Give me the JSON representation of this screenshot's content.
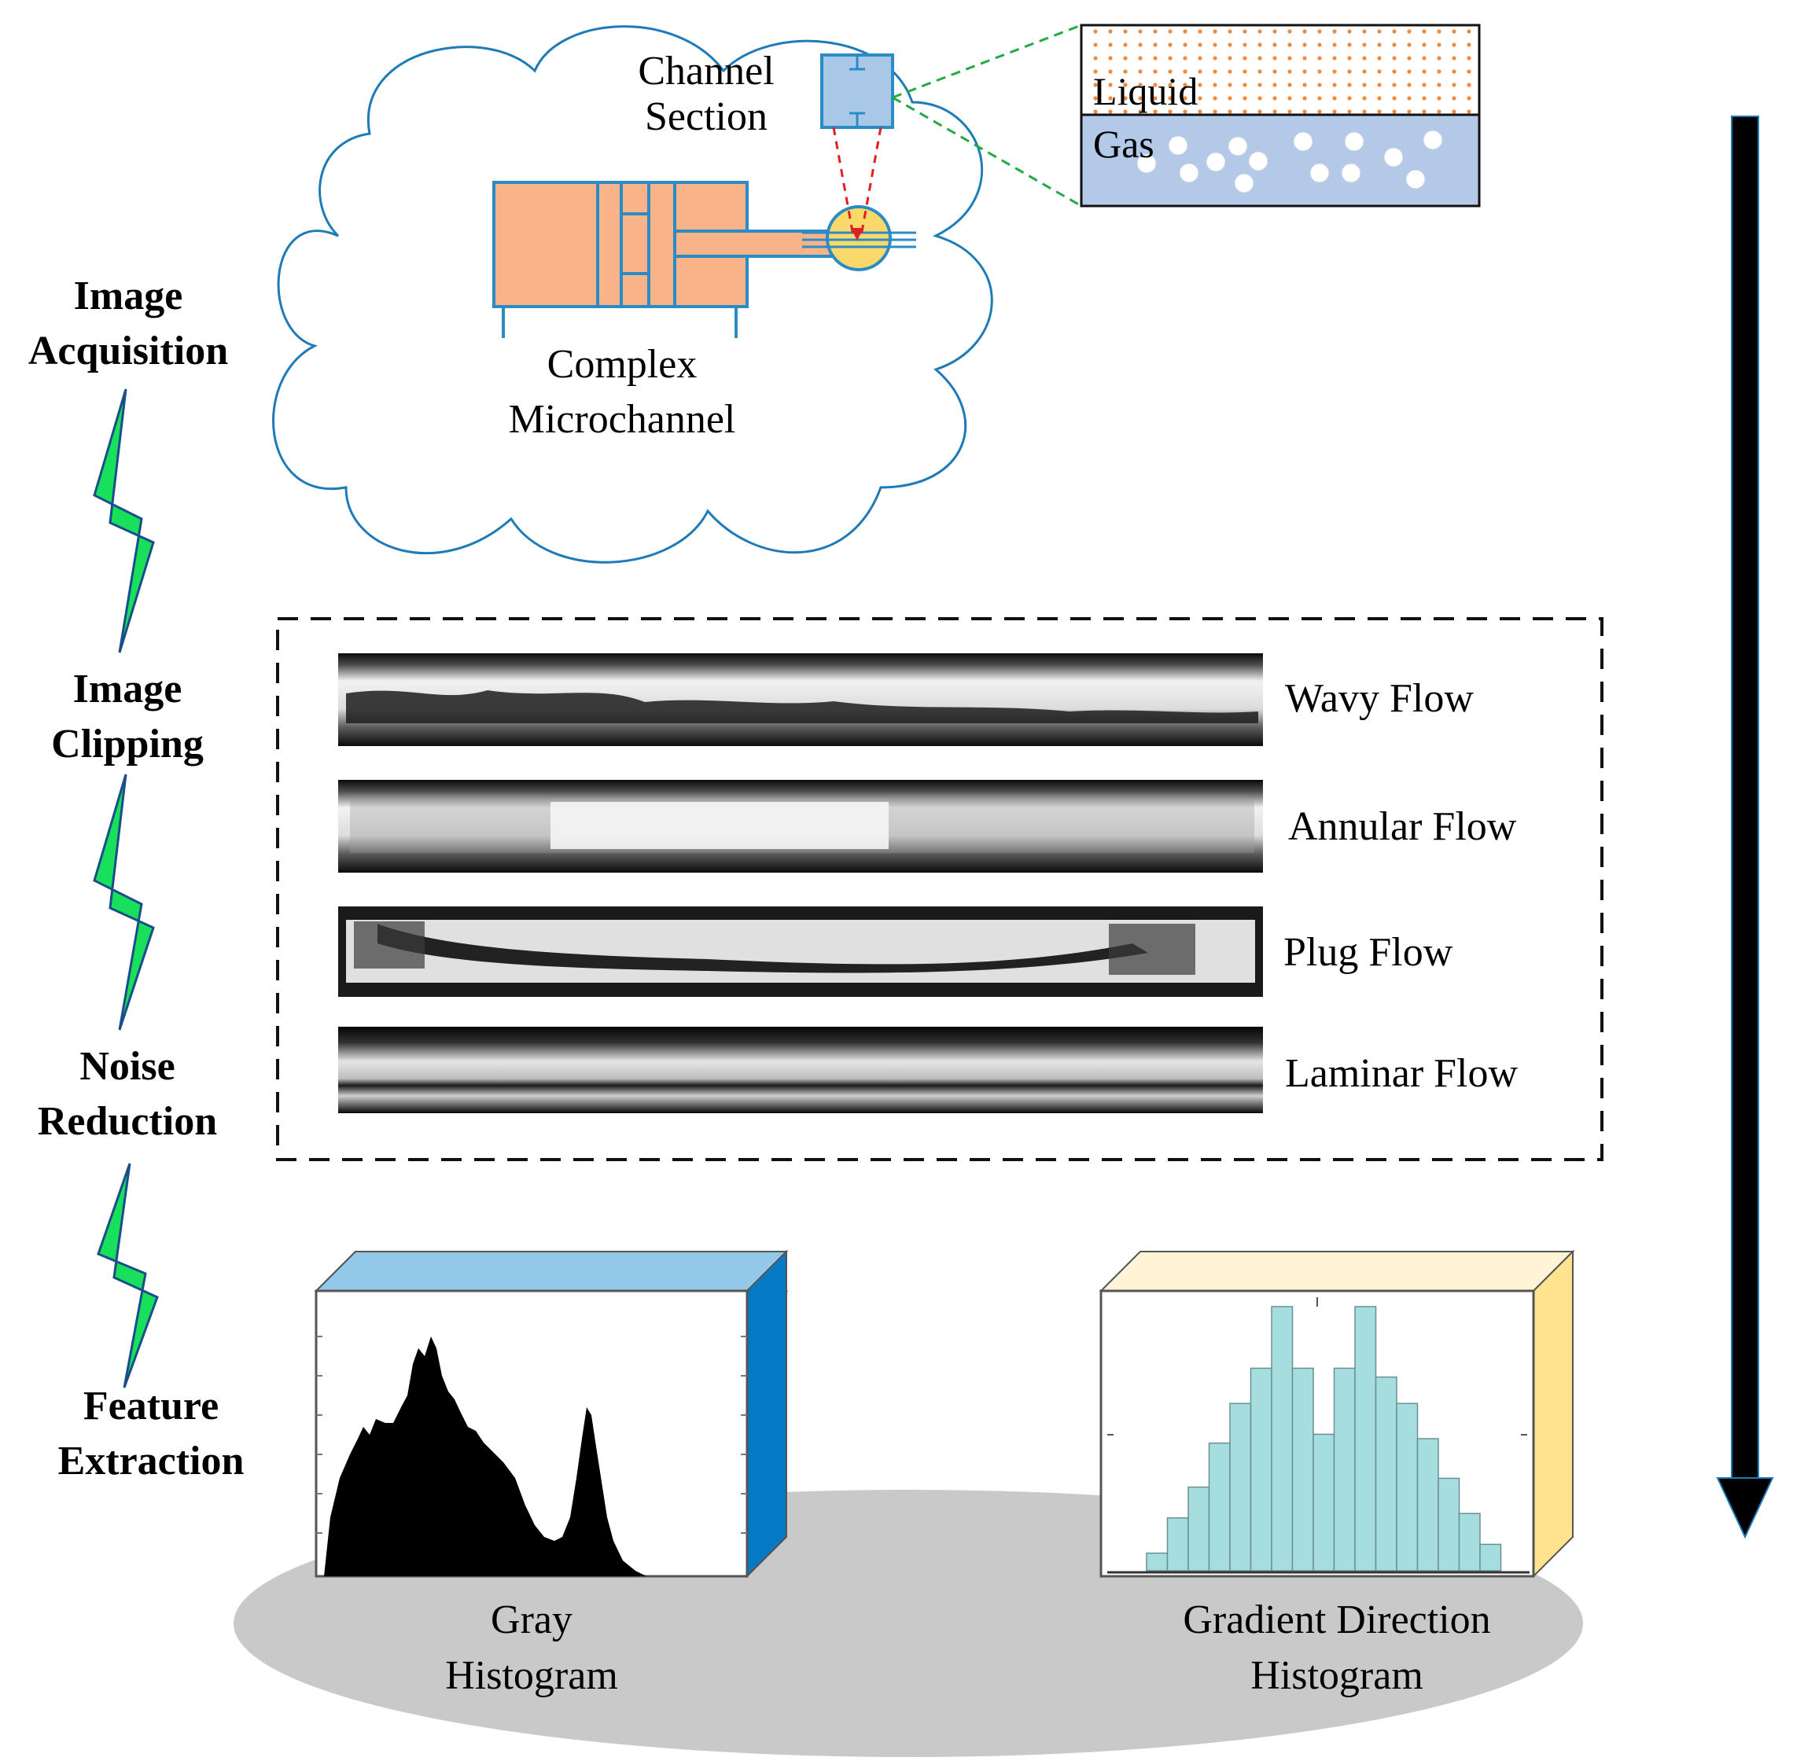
{
  "stages": [
    {
      "line1": "Image",
      "line2": "Acquisition"
    },
    {
      "line1": "Image",
      "line2": "Clipping"
    },
    {
      "line1": "Noise",
      "line2": "Reduction"
    },
    {
      "line1": "Feature",
      "line2": "Extraction"
    }
  ],
  "acquisition": {
    "channel_section": [
      "Channel",
      "Section"
    ],
    "complex_microchannel": [
      "Complex",
      "Microchannel"
    ],
    "liquid_label": "Liquid",
    "gas_label": "Gas"
  },
  "flows": [
    {
      "label": "Wavy Flow"
    },
    {
      "label": "Annular Flow"
    },
    {
      "label": "Plug Flow"
    },
    {
      "label": "Laminar Flow"
    }
  ],
  "features": {
    "gray": [
      "Gray",
      "Histogram"
    ],
    "gradient": [
      "Gradient Direction",
      "Histogram"
    ],
    "gradient_bar_values": [
      0.04,
      0.12,
      0.19,
      0.29,
      0.38,
      0.46,
      0.6,
      0.46,
      0.31,
      0.46,
      0.6,
      0.44,
      0.38,
      0.3,
      0.21,
      0.13,
      0.06
    ]
  },
  "colors": {
    "cloud_stroke": "#1f7bb8",
    "pump_fill": "#f8b389",
    "pump_stroke": "#2a8bc5",
    "lightning_fill": "#19e05a",
    "lightning_stroke": "#1a4e8a",
    "box_blue_top": "#93c9e8",
    "box_blue_side": "#0679c5",
    "box_yellow_top": "#fff4d6",
    "box_yellow_side": "#ffe38e",
    "gradient_bar": "#a6dedf",
    "gas_fill": "#b4c9e8",
    "liquid_dot": "#f08a3c"
  }
}
